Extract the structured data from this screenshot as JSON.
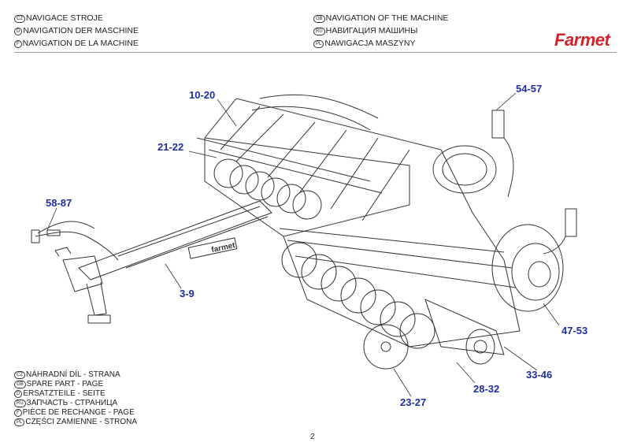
{
  "header": {
    "left": [
      {
        "code": "CZ",
        "text": "NAVIGACE STROJE"
      },
      {
        "code": "D",
        "text": "NAVIGATION DER MASCHINE"
      },
      {
        "code": "F",
        "text": "NAVIGATION DE LA MACHINE"
      }
    ],
    "right": [
      {
        "code": "GB",
        "text": "NAVIGATION OF THE MACHINE"
      },
      {
        "code": "RU",
        "text": "НАВИГАЦИЯ МАШИНЫ"
      },
      {
        "code": "PL",
        "text": "NAWIGACJA MASZYNY"
      }
    ],
    "logo": "Farmet"
  },
  "drawing": {
    "frame_label": "farmet",
    "callouts": [
      "10-20",
      "21-22",
      "54-57",
      "58-87",
      "3-9",
      "47-53",
      "33-46",
      "28-32",
      "23-27"
    ]
  },
  "legend": [
    {
      "code": "CZ",
      "text": "NÁHRADNÍ DÍL - STRANA"
    },
    {
      "code": "GB",
      "text": "SPARE PART - PAGE"
    },
    {
      "code": "D",
      "text": "ERSATZTEILE - SEITE"
    },
    {
      "code": "RU",
      "text": "ЗАПЧАСТЬ - СТРАНИЦА"
    },
    {
      "code": "F",
      "text": "PIÈCE DE RECHANGE - PAGE"
    },
    {
      "code": "PL",
      "text": "CZĘŚCI ZAMIENNE - STRONA"
    }
  ],
  "page_number": "2",
  "colors": {
    "callout": "#1f2fa0",
    "brand": "#d2232a",
    "line": "#333333"
  }
}
